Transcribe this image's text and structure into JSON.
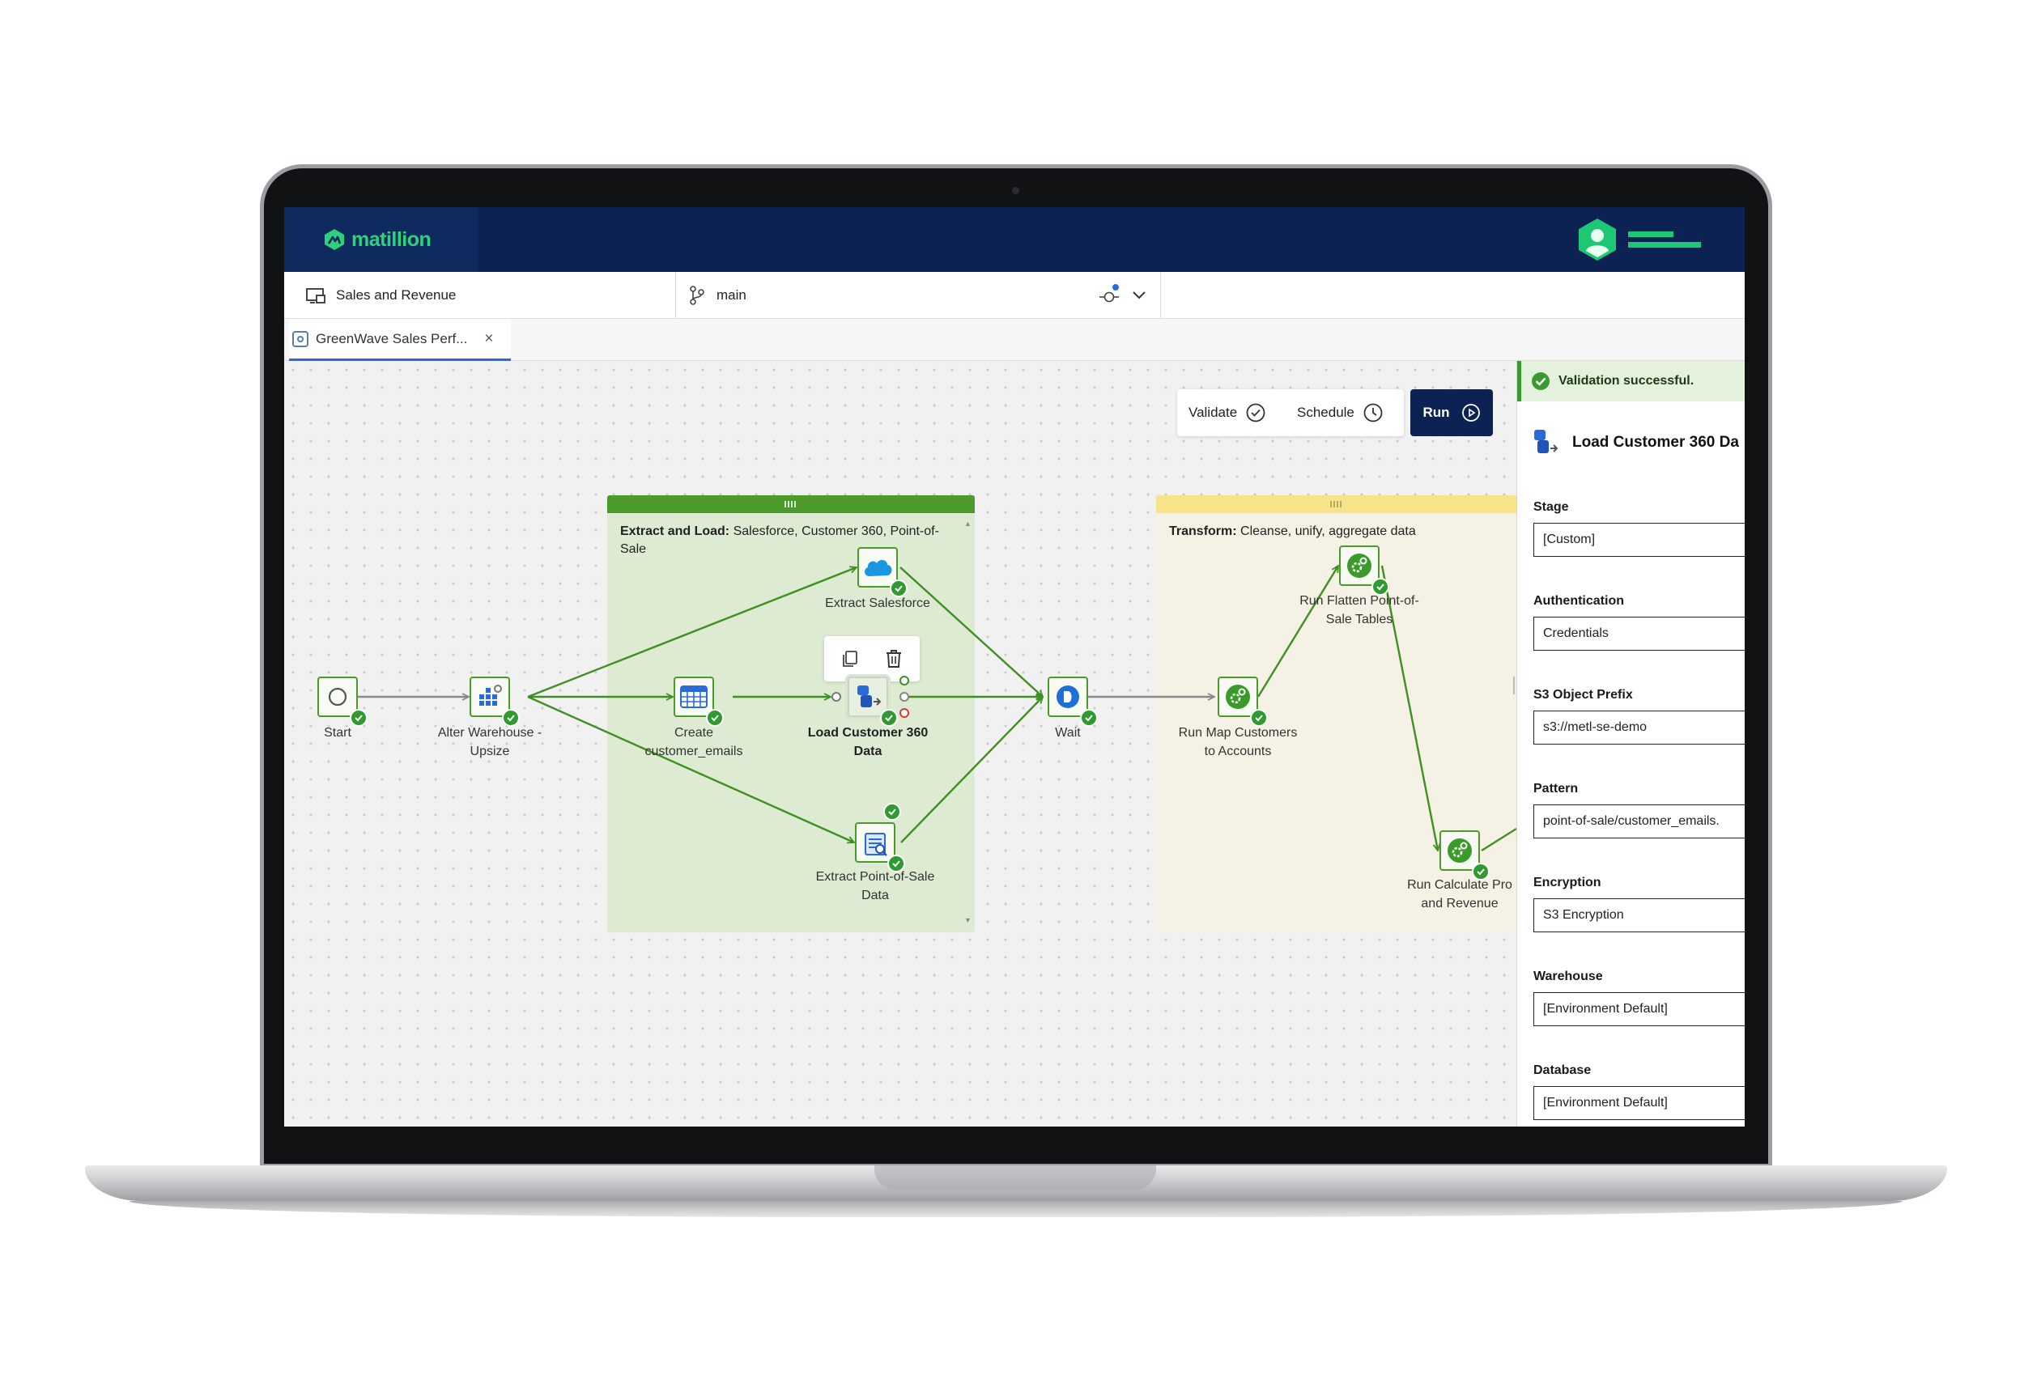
{
  "app": {
    "logo_text": "matillion",
    "brand_color": "#2fd27a",
    "nav_color": "#0b2252"
  },
  "header": {
    "project_icon": "project-icon",
    "project_name": "Sales and Revenue",
    "branch_icon": "git-branch-icon",
    "branch_name": "main",
    "user_icon": "user-avatar-icon",
    "menu_icon": "hamburger-menu-icon"
  },
  "tabs": [
    {
      "label": "GreenWave Sales Perf...",
      "close": "×",
      "icon": "pipeline-icon"
    }
  ],
  "toolbar": {
    "validate_label": "Validate",
    "schedule_label": "Schedule",
    "run_label": "Run"
  },
  "groups": [
    {
      "title_bold": "Extract and Load:",
      "title_rest": " Salesforce, Customer 360, Point-of-Sale",
      "color": "#dcebd2"
    },
    {
      "title_bold": "Transform:",
      "title_rest": " Cleanse, unify, aggregate data",
      "color": "#f5f1e4"
    }
  ],
  "nodes": {
    "start": {
      "label": "Start",
      "icon": "start-icon"
    },
    "alter": {
      "label1": "Alter Warehouse -",
      "label2": "Upsize",
      "icon": "warehouse-icon"
    },
    "create": {
      "label1": "Create",
      "label2": "customer_emails",
      "icon": "table-icon"
    },
    "salesforce": {
      "label": "Extract Salesforce",
      "icon": "salesforce-cloud-icon"
    },
    "load360": {
      "label1": "Load Customer 360",
      "label2": "Data",
      "icon": "s3-load-icon"
    },
    "pos": {
      "label1": "Extract Point-of-Sale",
      "label2": "Data",
      "icon": "database-extract-icon"
    },
    "wait": {
      "label": "Wait",
      "icon": "wait-icon"
    },
    "map": {
      "label1": "Run Map Customers",
      "label2": "to Accounts",
      "icon": "run-transform-icon"
    },
    "flatten": {
      "label1": "Run Flatten Point-of-",
      "label2": "Sale Tables",
      "icon": "run-transform-icon"
    },
    "calc": {
      "label1": "Run Calculate Pro",
      "label2": "and Revenue",
      "icon": "run-transform-icon"
    }
  },
  "panel": {
    "validation_message": "Validation successful.",
    "component_title": "Load Customer 360 Da",
    "properties": [
      {
        "label": "Stage",
        "value": "[Custom]"
      },
      {
        "label": "Authentication",
        "value": "Credentials"
      },
      {
        "label": "S3 Object Prefix",
        "value": "s3://metl-se-demo"
      },
      {
        "label": "Pattern",
        "value": "point-of-sale/customer_emails."
      },
      {
        "label": "Encryption",
        "value": "S3 Encryption"
      },
      {
        "label": "Warehouse",
        "value": "[Environment Default]"
      },
      {
        "label": "Database",
        "value": "[Environment Default]"
      }
    ]
  }
}
